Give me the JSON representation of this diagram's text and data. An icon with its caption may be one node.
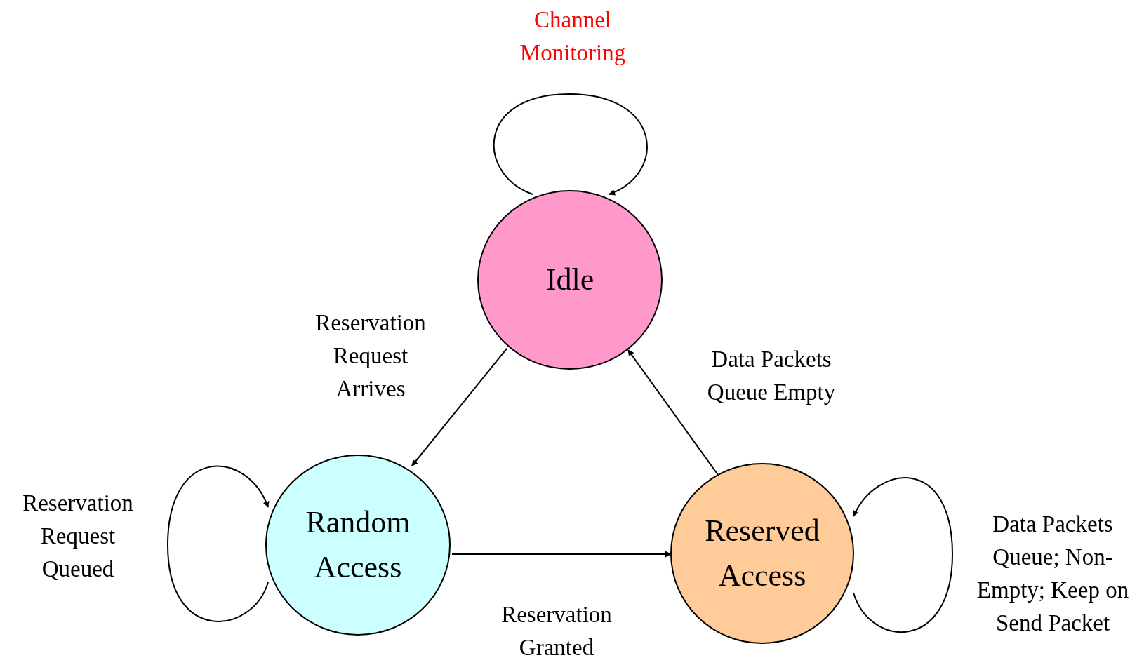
{
  "diagram": {
    "nodes": [
      {
        "text": [
          "Idle"
        ]
      },
      {
        "text": [
          "Random Access"
        ]
      },
      {
        "text": [
          "Reserved Access"
        ]
      }
    ],
    "edges": [
      {
        "from": 0,
        "to": 0,
        "arrow": "to",
        "label": "Channel Monitoring"
      },
      {
        "from": 0,
        "to": 1,
        "arrow": "to",
        "label": "Reservation Request Arrives"
      },
      {
        "from": 2,
        "to": 0,
        "arrow": "to",
        "label": "Data Packets Queue Empty"
      },
      {
        "from": 1,
        "to": 1,
        "arrow": "to",
        "label": "Reservation Request Queued"
      },
      {
        "from": 1,
        "to": 2,
        "arrow": "to",
        "label": "Reservation Granted"
      },
      {
        "from": 2,
        "to": 2,
        "arrow": "to",
        "label": "Data Packets Queue; Non-Empty; Keep on Send Packet"
      }
    ]
  }
}
